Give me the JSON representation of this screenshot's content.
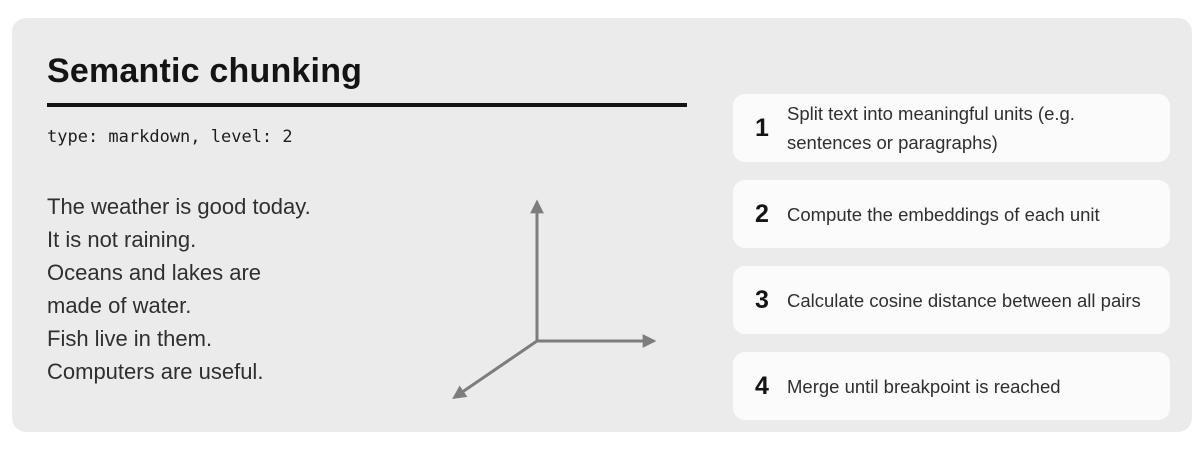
{
  "title": "Semantic chunking",
  "meta": "type: markdown, level: 2",
  "document": {
    "text": "The weather is good today.\nIt is not raining.\nOceans and lakes are\nmade of water.\nFish live in them.\nComputers are useful."
  },
  "icons": {
    "axes": "3d-axes-icon"
  },
  "steps": [
    {
      "number": "1",
      "text": "Split text into meaningful units (e.g. sentences or paragraphs)"
    },
    {
      "number": "2",
      "text": "Compute the embeddings of each unit"
    },
    {
      "number": "3",
      "text": "Calculate cosine distance between all pairs"
    },
    {
      "number": "4",
      "text": "Merge until breakpoint is reached"
    }
  ],
  "colors": {
    "page_bg": "#ffffff",
    "panel_bg": "#ebebeb",
    "step_card_bg": "#fbfbfb",
    "title_text": "#141414",
    "body_text": "#2f2f2f",
    "underline": "#141414",
    "axes_stroke": "#7d7d7d"
  }
}
